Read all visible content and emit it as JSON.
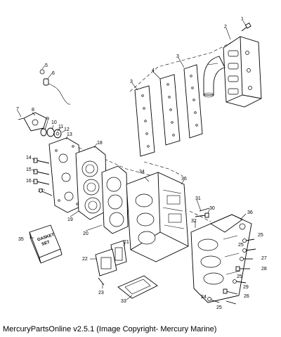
{
  "caption": "MercuryPartsOnline v2.5.1 (Image Copyright- Mercury Marine)",
  "gasket_set_label": [
    "GASKET",
    "SET"
  ],
  "callouts": [
    "1",
    "2",
    "3",
    "3",
    "4",
    "5",
    "6",
    "7",
    "8",
    "9",
    "10",
    "11",
    "12",
    "13",
    "14",
    "15",
    "16",
    "17",
    "18",
    "19",
    "20",
    "21",
    "22",
    "23",
    "24",
    "25",
    "25",
    "25",
    "25",
    "26",
    "27",
    "28",
    "29",
    "30",
    "31",
    "32",
    "33",
    "34",
    "35",
    "36",
    "36"
  ]
}
